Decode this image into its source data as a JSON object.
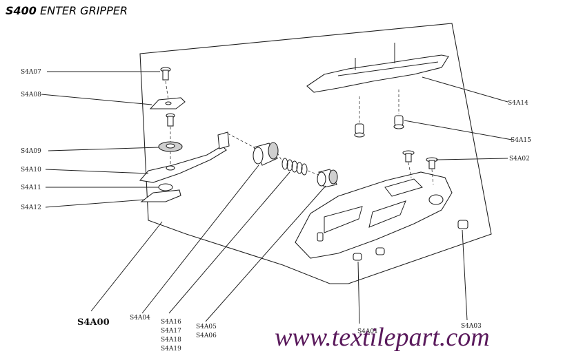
{
  "title": {
    "code": "S400",
    "name": "ENTER GRIPPER"
  },
  "labels": {
    "s4a07": "S4A07",
    "s4a08": "S4A08",
    "s4a09": "S4A09",
    "s4a10": "S4A10",
    "s4a11": "S4A11",
    "s4a12": "S4A12",
    "s4a14": "S4A14",
    "s4a15": "S4A15",
    "s4a02": "S4A02",
    "s4a00": "S4A00",
    "s4a04": "S4A04",
    "s4a16": "S4A16",
    "s4a17": "S4A17",
    "s4a18": "S4A18",
    "s4a19": "S4A19",
    "s4a05": "S4A05",
    "s4a06": "S4A06",
    "s4a01": "S4A01",
    "s4a03": "S4A03"
  },
  "watermark": "www.textilepart.com",
  "colors": {
    "watermark": "#5a1a5c",
    "line": "#222222"
  }
}
